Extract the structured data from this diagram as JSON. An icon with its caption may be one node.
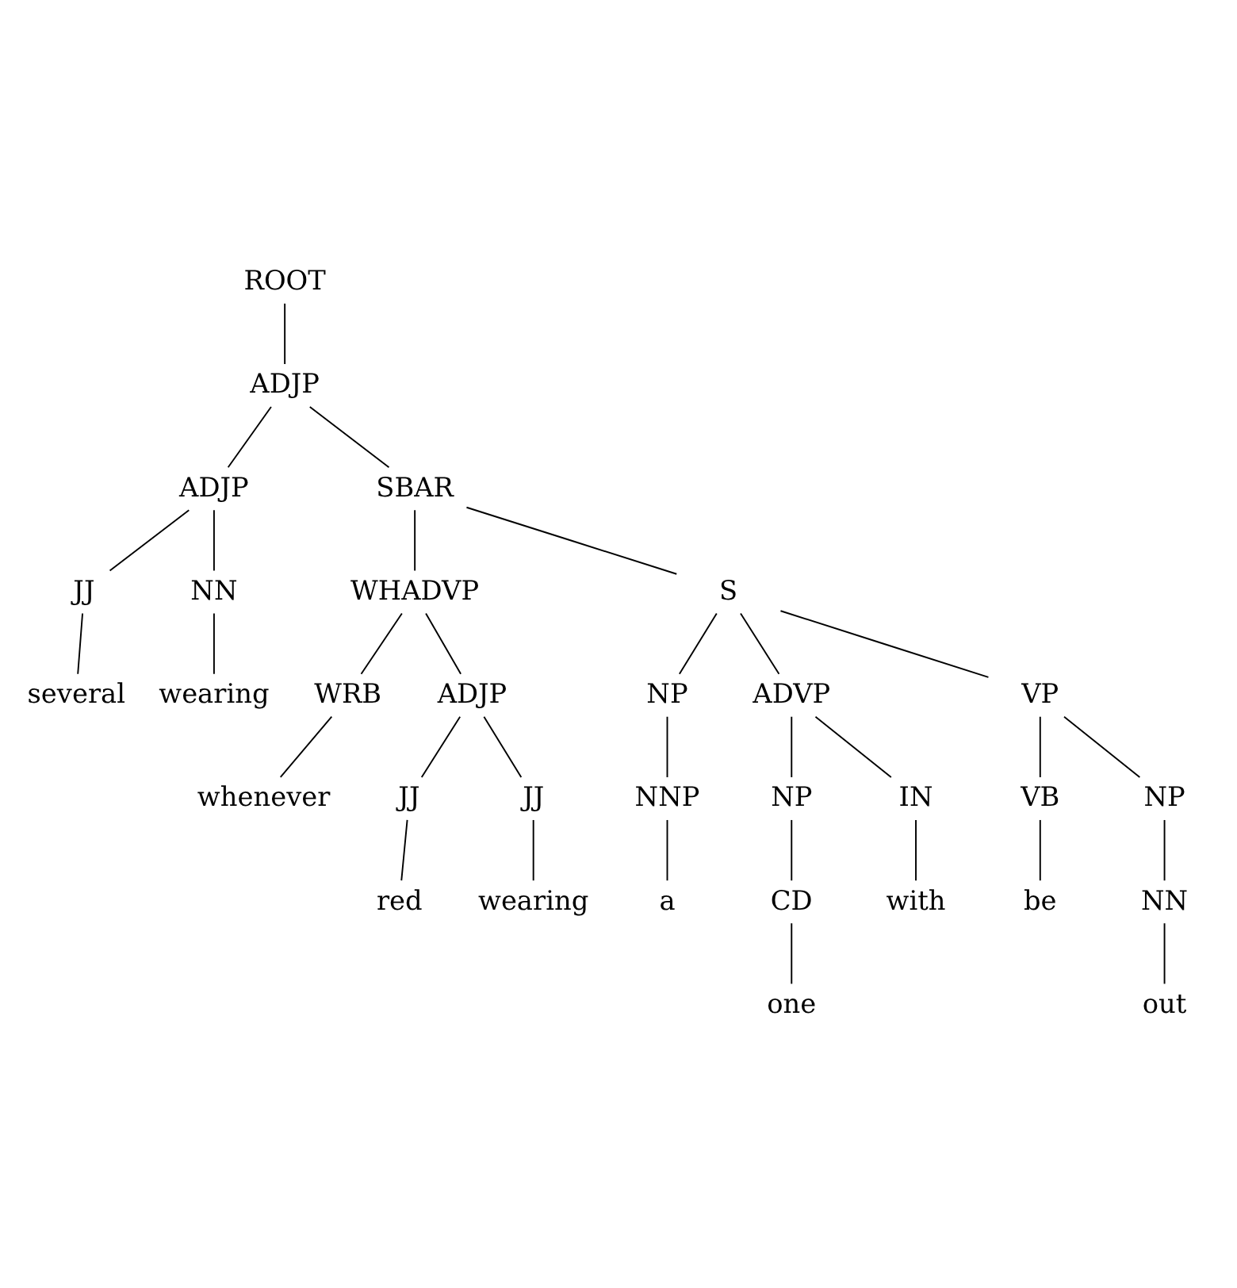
{
  "diagram": {
    "nodes": [
      {
        "text": [
          "ROOT"
        ]
      },
      {
        "text": [
          "ADJP"
        ]
      },
      {
        "text": [
          "ADJP"
        ]
      },
      {
        "text": [
          "SBAR"
        ]
      },
      {
        "text": [
          "JJ"
        ]
      },
      {
        "text": [
          "NN"
        ]
      },
      {
        "text": [
          "WHADVP"
        ]
      },
      {
        "text": [
          "S"
        ]
      },
      {
        "text": [
          "several"
        ]
      },
      {
        "text": [
          "wearing"
        ]
      },
      {
        "text": [
          "WRB"
        ]
      },
      {
        "text": [
          "ADJP"
        ]
      },
      {
        "text": [
          "NP"
        ]
      },
      {
        "text": [
          "ADVP"
        ]
      },
      {
        "text": [
          "VP"
        ]
      },
      {
        "text": [
          "whenever"
        ]
      },
      {
        "text": [
          "JJ"
        ]
      },
      {
        "text": [
          "JJ"
        ]
      },
      {
        "text": [
          "NNP"
        ]
      },
      {
        "text": [
          "NP"
        ]
      },
      {
        "text": [
          "IN"
        ]
      },
      {
        "text": [
          "VB"
        ]
      },
      {
        "text": [
          "NP"
        ]
      },
      {
        "text": [
          "red"
        ]
      },
      {
        "text": [
          "wearing"
        ]
      },
      {
        "text": [
          "a"
        ]
      },
      {
        "text": [
          "CD"
        ]
      },
      {
        "text": [
          "with"
        ]
      },
      {
        "text": [
          "be"
        ]
      },
      {
        "text": [
          "NN"
        ]
      },
      {
        "text": [
          "one"
        ]
      },
      {
        "text": [
          "out"
        ]
      }
    ],
    "edges": [
      {
        "from": 0,
        "to": 1,
        "arrow": "none"
      },
      {
        "from": 1,
        "to": 2,
        "arrow": "none"
      },
      {
        "from": 1,
        "to": 3,
        "arrow": "none"
      },
      {
        "from": 2,
        "to": 4,
        "arrow": "none"
      },
      {
        "from": 2,
        "to": 5,
        "arrow": "none"
      },
      {
        "from": 3,
        "to": 6,
        "arrow": "none"
      },
      {
        "from": 3,
        "to": 7,
        "arrow": "none"
      },
      {
        "from": 4,
        "to": 8,
        "arrow": "none"
      },
      {
        "from": 5,
        "to": 9,
        "arrow": "none"
      },
      {
        "from": 6,
        "to": 10,
        "arrow": "none"
      },
      {
        "from": 6,
        "to": 11,
        "arrow": "none"
      },
      {
        "from": 7,
        "to": 12,
        "arrow": "none"
      },
      {
        "from": 7,
        "to": 13,
        "arrow": "none"
      },
      {
        "from": 7,
        "to": 14,
        "arrow": "none"
      },
      {
        "from": 10,
        "to": 15,
        "arrow": "none"
      },
      {
        "from": 11,
        "to": 16,
        "arrow": "none"
      },
      {
        "from": 11,
        "to": 17,
        "arrow": "none"
      },
      {
        "from": 12,
        "to": 18,
        "arrow": "none"
      },
      {
        "from": 13,
        "to": 19,
        "arrow": "none"
      },
      {
        "from": 13,
        "to": 20,
        "arrow": "none"
      },
      {
        "from": 14,
        "to": 21,
        "arrow": "none"
      },
      {
        "from": 14,
        "to": 22,
        "arrow": "none"
      },
      {
        "from": 16,
        "to": 23,
        "arrow": "none"
      },
      {
        "from": 17,
        "to": 24,
        "arrow": "none"
      },
      {
        "from": 18,
        "to": 25,
        "arrow": "none"
      },
      {
        "from": 19,
        "to": 26,
        "arrow": "none"
      },
      {
        "from": 20,
        "to": 27,
        "arrow": "none"
      },
      {
        "from": 21,
        "to": 28,
        "arrow": "none"
      },
      {
        "from": 22,
        "to": 29,
        "arrow": "none"
      },
      {
        "from": 26,
        "to": 30,
        "arrow": "none"
      },
      {
        "from": 29,
        "to": 31,
        "arrow": "none"
      }
    ]
  }
}
